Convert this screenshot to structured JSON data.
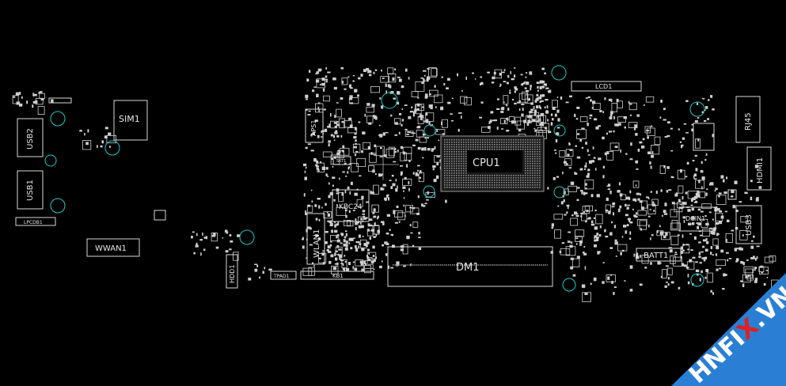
{
  "watermark": {
    "prefix": "HNFI",
    "accent": "X",
    "suffix": ".VN",
    "accent_color": "#e02020",
    "band_color": "#2a7fd4"
  },
  "components": {
    "sim": "SIM1",
    "usb2": "USB2",
    "usb1": "USB1",
    "usb3": "USB3",
    "lpc": "LPCDB1",
    "wwan": "WWAN1",
    "hdd": "HDD1",
    "aps": "APS1",
    "kbc": "KBC24",
    "wlan": "WLAN1",
    "tpad": "TPAD1",
    "kb": "KB1",
    "sktt": "SKT1",
    "cpu": "CPU1",
    "dm": "DM1",
    "lcd": "LCD1",
    "rj45": "RJ45",
    "hdmi": "HDMI1",
    "dcin": "DCIN1",
    "batt": "BATT1"
  },
  "colors": {
    "outline": "#d8d8d8",
    "mounting_hole": "#1ec8c8",
    "background": "#000000"
  }
}
